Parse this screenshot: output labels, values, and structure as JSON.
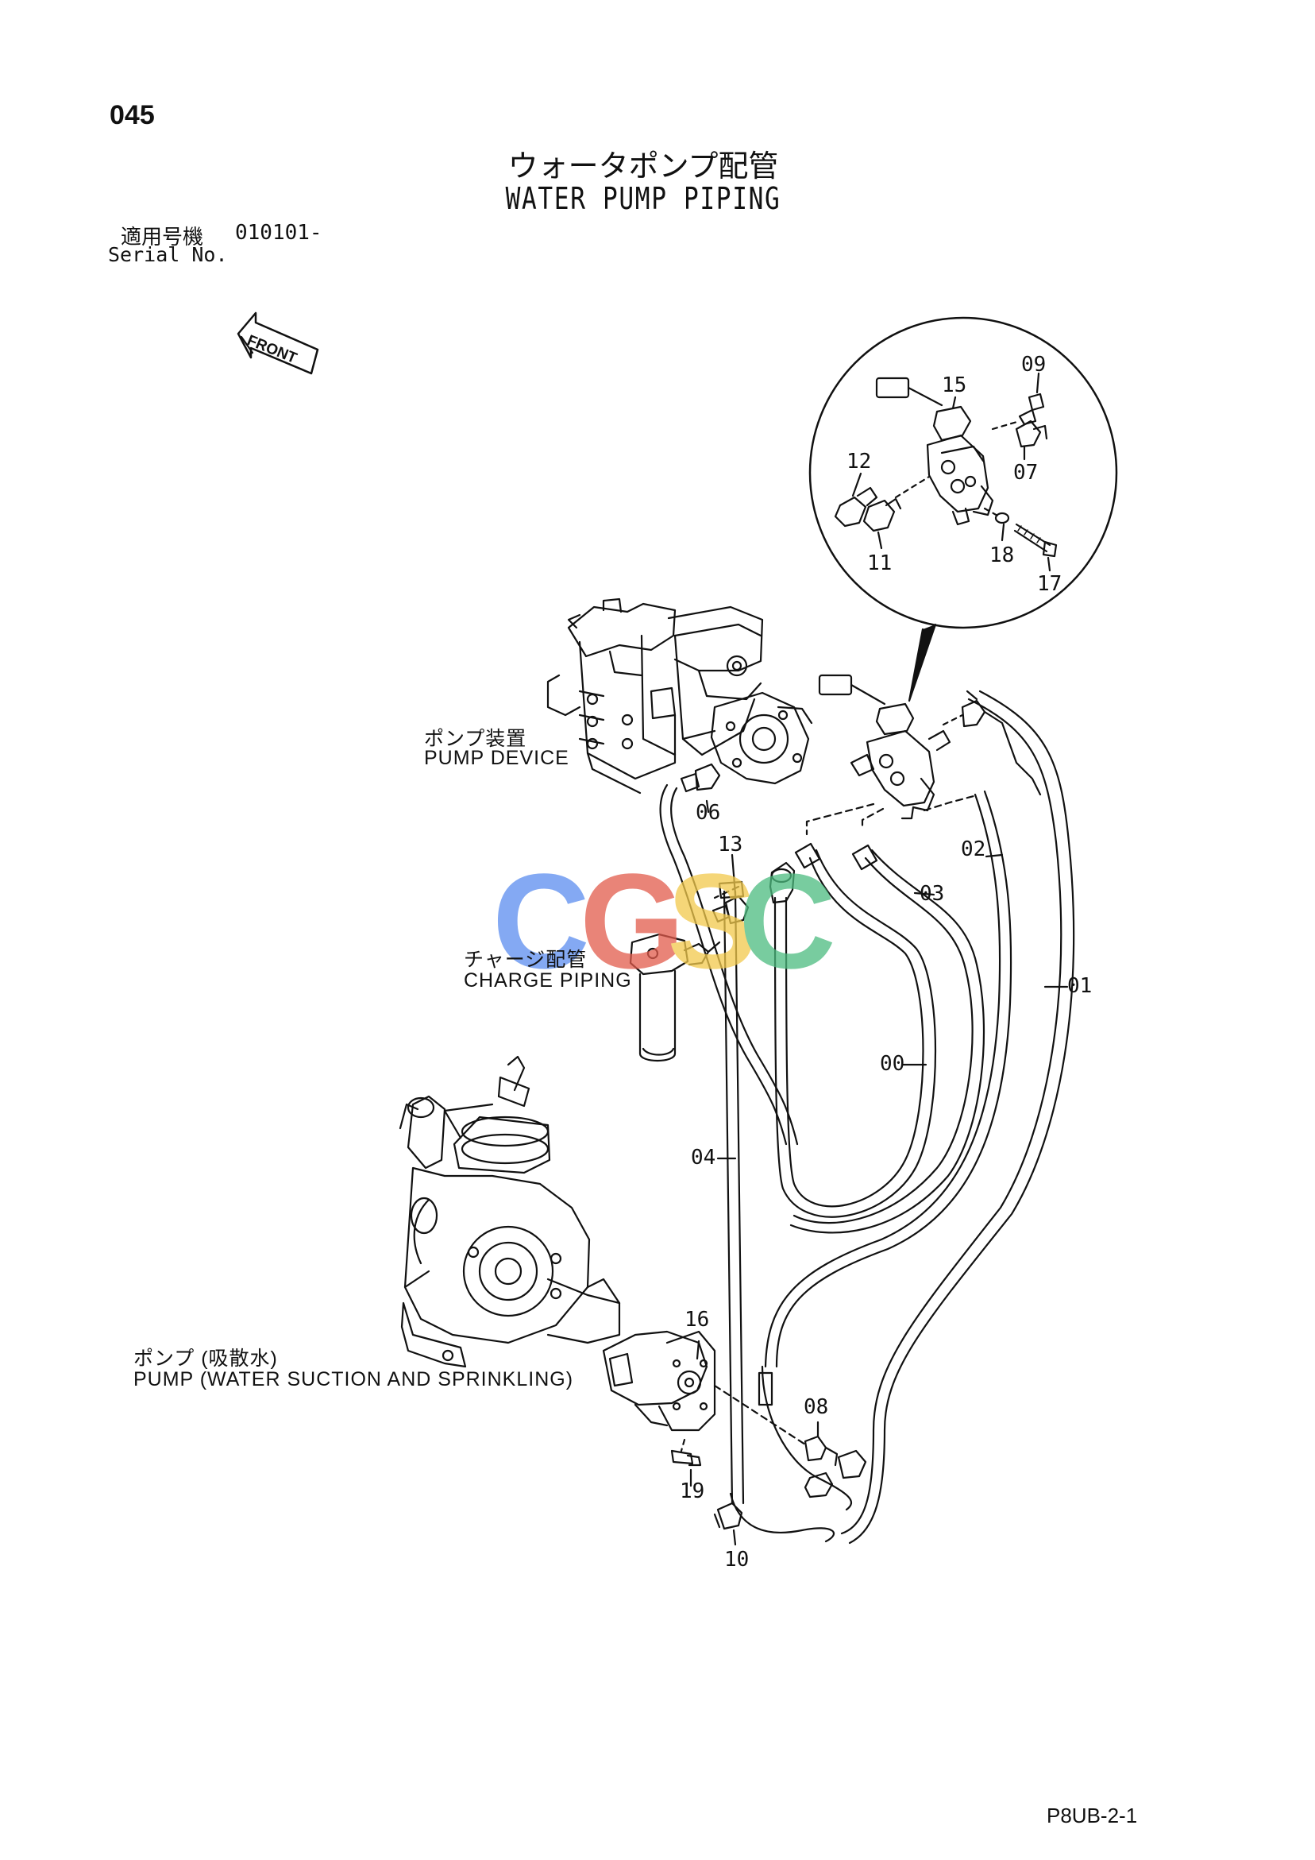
{
  "header": {
    "page_number": "045",
    "title_jp": "ウォータポンプ配管",
    "title_en": "WATER PUMP PIPING",
    "serial_label_jp": "適用号機",
    "serial_value": "010101-",
    "serial_label_en": "Serial No."
  },
  "front_arrow_label": "FRONT",
  "components": {
    "pump_device_jp": "ポンプ装置",
    "pump_device_en": "PUMP DEVICE",
    "charge_piping_jp": "チャージ配管",
    "charge_piping_en": "CHARGE PIPING",
    "pump_jp": "ポンプ (吸散水)",
    "pump_en": "PUMP (WATER SUCTION AND SPRINKLING)"
  },
  "callouts": {
    "c00": "00",
    "c01": "01",
    "c02": "02",
    "c03": "03",
    "c04": "04",
    "c06": "06",
    "c07": "07",
    "c08": "08",
    "c09": "09",
    "c10": "10",
    "c11": "11",
    "c12": "12",
    "c13": "13",
    "c15": "15",
    "c16": "16",
    "c17": "17",
    "c18": "18",
    "c19": "19"
  },
  "watermark": {
    "text": "CGSC",
    "colors": [
      "#5b8def",
      "#e25b4c",
      "#f2c94c",
      "#4cbb7f"
    ]
  },
  "footer": {
    "code": "P8UB-2-1"
  }
}
